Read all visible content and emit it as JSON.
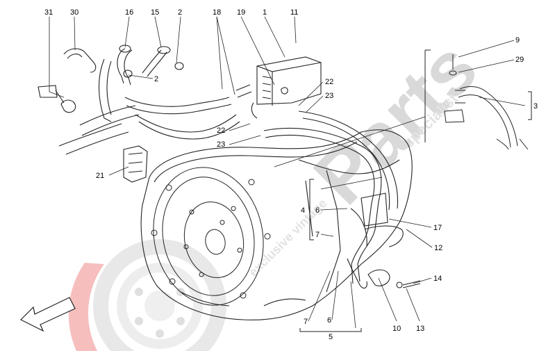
{
  "watermark": {
    "brand": "Parts",
    "tagline": "specialist",
    "sub": "exclusive vintage"
  },
  "callouts": [
    {
      "id": "c31",
      "text": "31"
    },
    {
      "id": "c30",
      "text": "30"
    },
    {
      "id": "c16",
      "text": "16"
    },
    {
      "id": "c15",
      "text": "15"
    },
    {
      "id": "c2a",
      "text": "2"
    },
    {
      "id": "c18",
      "text": "18"
    },
    {
      "id": "c19",
      "text": "19"
    },
    {
      "id": "c1",
      "text": "1"
    },
    {
      "id": "c11",
      "text": "11"
    },
    {
      "id": "c9",
      "text": "9"
    },
    {
      "id": "c29",
      "text": "29"
    },
    {
      "id": "c3",
      "text": "3"
    },
    {
      "id": "c2b",
      "text": "2"
    },
    {
      "id": "c22a",
      "text": "22"
    },
    {
      "id": "c23a",
      "text": "23"
    },
    {
      "id": "c22b",
      "text": "22"
    },
    {
      "id": "c23b",
      "text": "23"
    },
    {
      "id": "c21",
      "text": "21"
    },
    {
      "id": "c4",
      "text": "4"
    },
    {
      "id": "c6a",
      "text": "6"
    },
    {
      "id": "c7a",
      "text": "7"
    },
    {
      "id": "c17",
      "text": "17"
    },
    {
      "id": "c12",
      "text": "12"
    },
    {
      "id": "c14",
      "text": "14"
    },
    {
      "id": "c7b",
      "text": "7"
    },
    {
      "id": "c6b",
      "text": "6"
    },
    {
      "id": "c5",
      "text": "5"
    },
    {
      "id": "c10",
      "text": "10"
    },
    {
      "id": "c13",
      "text": "13"
    }
  ]
}
